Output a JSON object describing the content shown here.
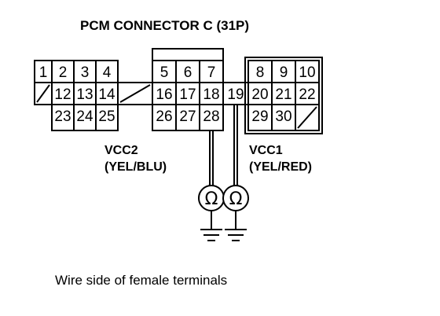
{
  "title": "PCM CONNECTOR C (31P)",
  "caption": "Wire side of female terminals",
  "blocks": {
    "left": {
      "rows": [
        [
          "1",
          "2",
          "3",
          "4"
        ],
        [
          "",
          "12",
          "13",
          "14"
        ],
        [
          "",
          "23",
          "24",
          "25"
        ]
      ]
    },
    "middle": {
      "rows": [
        [
          "5",
          "6",
          "7"
        ],
        [
          "16",
          "17",
          "18"
        ],
        [
          "26",
          "27",
          "28"
        ]
      ]
    },
    "right": {
      "rows": [
        [
          "8",
          "9",
          "10"
        ],
        [
          "20",
          "21",
          "22"
        ],
        [
          "29",
          "30",
          ""
        ]
      ]
    }
  },
  "between_left_middle": "",
  "between_middle_right": "19",
  "vcc2": {
    "name": "VCC2",
    "wire": "(YEL/BLU)",
    "terminal": "28"
  },
  "vcc1": {
    "name": "VCC1",
    "wire": "(YEL/RED)",
    "terminal": "19"
  },
  "meter_symbol": "Ω"
}
